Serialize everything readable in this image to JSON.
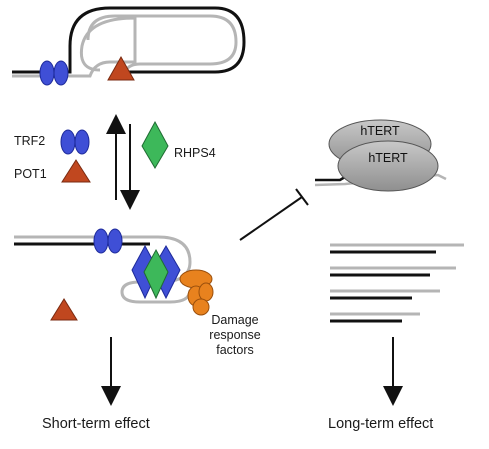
{
  "legend": {
    "trf2": "TRF2",
    "pot1": "POT1",
    "rhps4": "RHPS4"
  },
  "damage": {
    "line1": "Damage",
    "line2": "response",
    "line3": "factors"
  },
  "telomerase": {
    "top": "hTERT",
    "bottom": "hTERT"
  },
  "effects": {
    "short_term": "Short-term effect",
    "long_term": "Long-term effect"
  },
  "colors": {
    "trf2_blue": "#3f4fd6",
    "pot1_orange": "#c0471f",
    "rhps4_green": "#3db85a",
    "damage_orange": "#e8821e",
    "telomere_grey": "#b5b5b5",
    "dna_black": "#111111",
    "htert_grey": "#a9a9a9"
  }
}
